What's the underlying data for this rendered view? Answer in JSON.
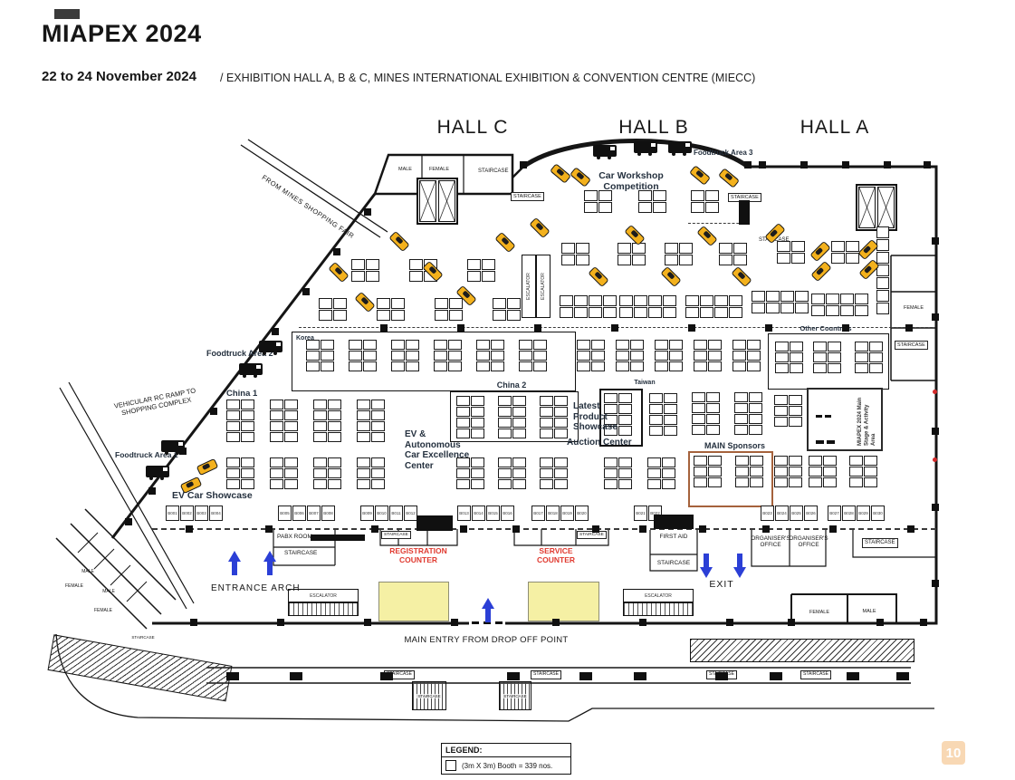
{
  "header": {
    "title": "MIAPEX 2024",
    "date_range": "22 to 24 November 2024",
    "subtitle": "/ EXHIBITION HALL A, B & C, MINES INTERNATIONAL EXHIBITION & CONVENTION CENTRE (MIECC)"
  },
  "halls": {
    "c": "HALL C",
    "b": "HALL B",
    "a": "HALL A"
  },
  "zones": {
    "car_workshop": "Car Workshop Competition",
    "korea": "Korea",
    "china_1": "China 1",
    "china_2": "China 2",
    "taiwan": "Taiwan",
    "other_countries": "Other Countries",
    "latest_product_showcase": "Latest Product Showcase",
    "auction_center": "Auction Center",
    "ev_center": "EV & Autonomous Car Excellence Center",
    "ev_showcase": "EV Car Showcase",
    "main_sponsors": "MAIN Sponsors",
    "main_stage": "MIAPEX 2024 Main Stage & Activity Area",
    "foodtruck_area_1": "Foodtruck Area 1",
    "foodtruck_area_2": "Foodtruck Area 2",
    "foodtruck_area_3": "Foodtruck Area 3"
  },
  "roads": {
    "from_mines": "FROM MINES SHOPPING FAIR",
    "vehicular_ramp": "VEHICULAR RC RAMP TO SHOPPING COMPLEX",
    "main_entry": "MAIN ENTRY FROM DROP OFF POINT"
  },
  "facilities": {
    "registration_counter": "REGISTRATION COUNTER",
    "service_counter": "SERVICE COUNTER",
    "entrance_arch": "ENTRANCE ARCH",
    "exit": "EXIT",
    "first_aid": "FIRST AID",
    "pabx_room": "PABX ROOM",
    "organisers_office": "ORGANISER'S OFFICE",
    "escalator": "ESCALATOR",
    "staircase": "STAIRCASE",
    "male": "MALE",
    "female": "FEMALE"
  },
  "booths": {
    "b_groups": [
      [
        "B001",
        "B002",
        "B003",
        "B004"
      ],
      [
        "B005",
        "B006",
        "B007",
        "B008"
      ],
      [
        "B009",
        "B010",
        "B011",
        "B012"
      ],
      [
        "B013",
        "B014",
        "B015",
        "B016"
      ],
      [
        "B017",
        "B018",
        "B019",
        "B020"
      ],
      [
        "B021",
        "B022"
      ],
      [
        "B023",
        "B024",
        "B025",
        "B026"
      ],
      [
        "B027",
        "B028",
        "B029",
        "B030"
      ]
    ]
  },
  "legend": {
    "title": "LEGEND:",
    "booth_item": "(3m X 3m) Booth = 339 nos."
  },
  "page_number": "10",
  "colors": {
    "counter_red": "#e03a30",
    "arrow_blue": "#2b3fd6",
    "car_yellow": "#f3b11d",
    "canopy_yellow": "#f5f0a4",
    "badge_peach": "#f8d8b4",
    "sponsor_box_brown": "#a5623c"
  }
}
